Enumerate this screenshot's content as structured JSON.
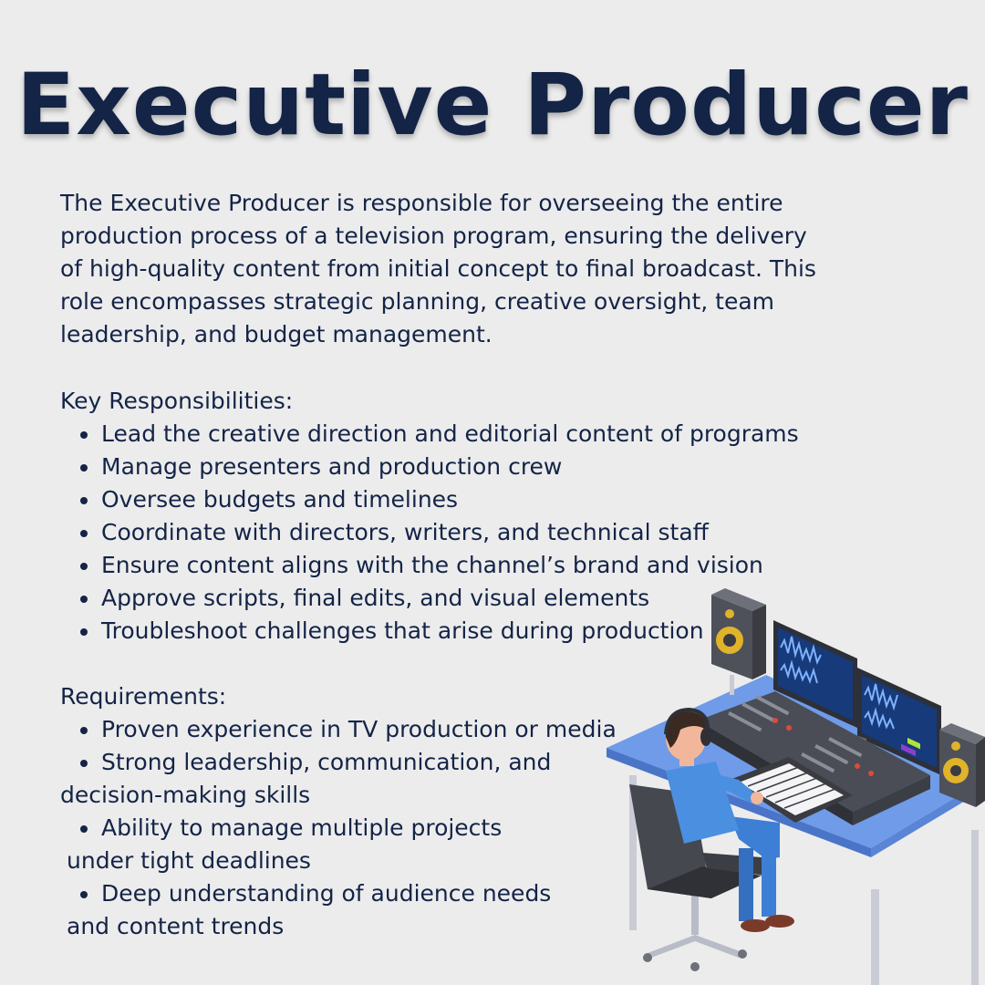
{
  "title": "Executive Producer",
  "intro": "The Executive Producer is responsible for overseeing the entire\nproduction process of a television program, ensuring the delivery\nof high-quality content from initial concept to final broadcast. This\nrole encompasses strategic planning, creative oversight, team\nleadership, and budget management.",
  "responsibilities": {
    "heading": "Key Responsibilities:",
    "items": [
      "Lead the creative direction and editorial content of programs",
      "Manage presenters and production crew",
      "Oversee budgets and timelines",
      "Coordinate with directors, writers, and technical staff",
      "Ensure content aligns with the channel’s brand and vision",
      "Approve scripts, final edits, and visual elements",
      "Troubleshoot challenges that arise during production"
    ]
  },
  "requirements": {
    "heading": "Requirements:",
    "items": [
      {
        "line1": "Proven experience in TV production or media",
        "line2": ""
      },
      {
        "line1": "Strong leadership, communication, and",
        "line2": "decision-making skills"
      },
      {
        "line1": "Ability to manage multiple projects",
        "line2": "under tight deadlines"
      },
      {
        "line1": "Deep understanding of audience needs",
        "line2": "and content trends"
      }
    ]
  },
  "colors": {
    "background": "#ececec",
    "text": "#142447",
    "desk": "#6f9be8",
    "desk_dark": "#4a74c7",
    "shirt": "#4a8fe0",
    "console": "#4a4d55"
  },
  "illustration": "producer-at-mixing-desk-illustration"
}
